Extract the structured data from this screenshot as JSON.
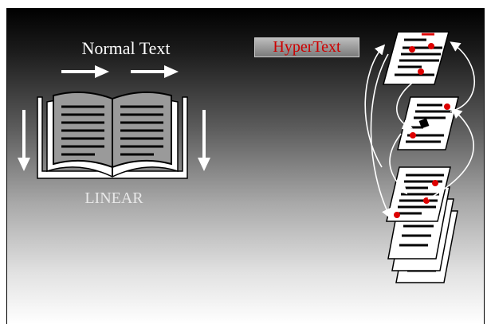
{
  "normal_text_label": "Normal Text",
  "linear_label": "LINEAR",
  "hypertext_label": "HyperText",
  "colors": {
    "background_top": "#000000",
    "background_bottom": "#ffffff",
    "hypertext_text": "#cc0000",
    "link_dot": "#dd0000",
    "arrows": "#ffffff"
  },
  "icons": [
    "arrow-right-icon",
    "arrow-down-icon",
    "open-book-icon",
    "page-icon",
    "curved-link-arrow-icon"
  ]
}
